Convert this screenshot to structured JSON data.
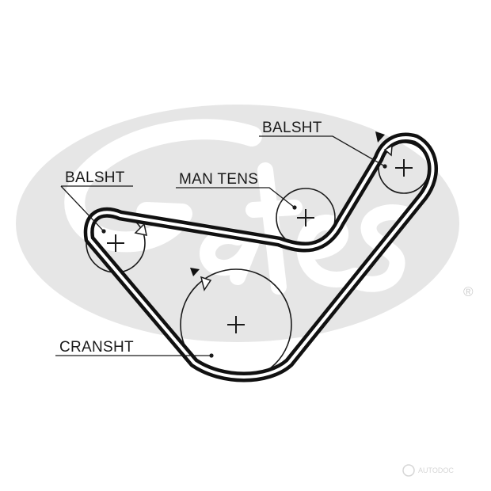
{
  "diagram": {
    "labels": {
      "balsht_right": "BALSHT",
      "balsht_left": "BALSHT",
      "man_tens": "MAN TENS",
      "cransht": "CRANSHT"
    },
    "registered_mark": "®",
    "watermark": "AUTODOC"
  },
  "colors": {
    "belt": "#111111",
    "logo_ellipse": "#e6e6e6",
    "logo_letters": "#ffffff",
    "ink": "#1a1a1a"
  },
  "icons": [
    "gates-logo-icon",
    "direction-arrow-icon",
    "crosshair-icon",
    "autodoc-watermark-icon"
  ]
}
